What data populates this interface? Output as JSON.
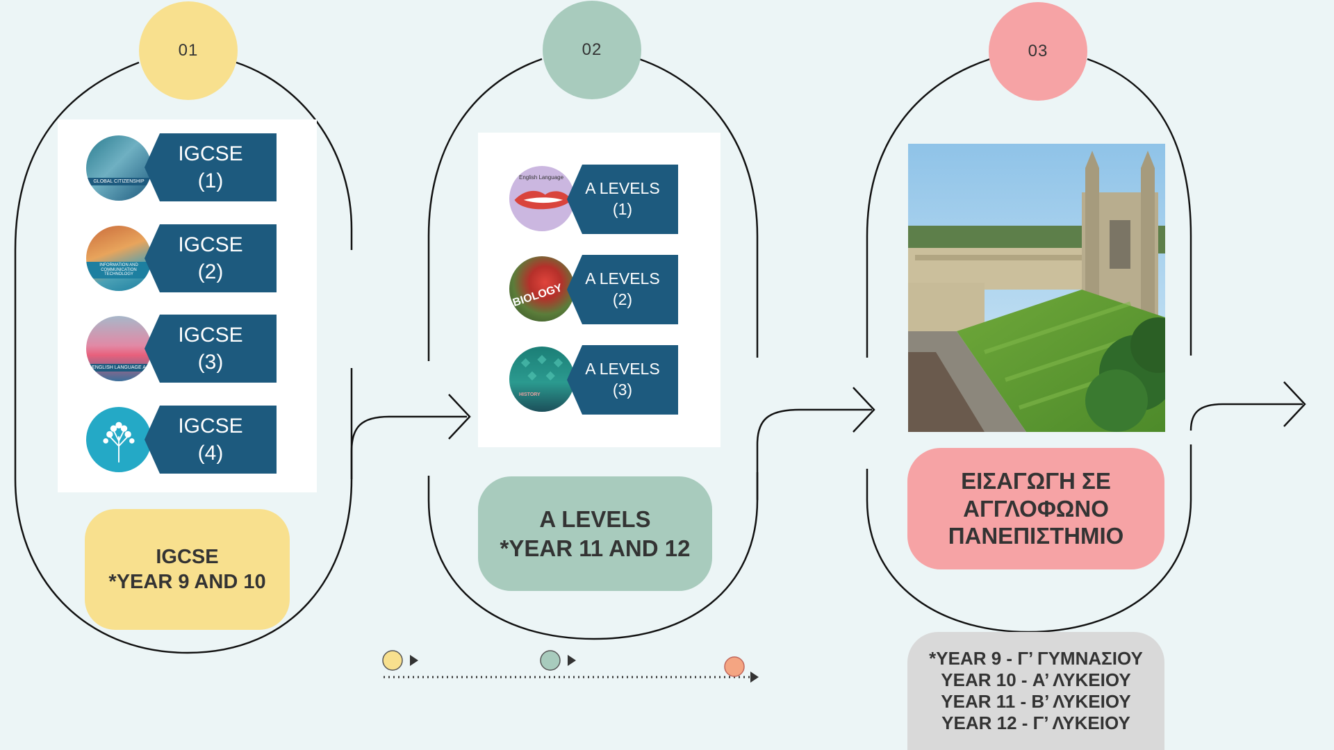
{
  "steps": [
    {
      "number": "01",
      "color": "#f8e08e"
    },
    {
      "number": "02",
      "color": "#a8cbbd"
    },
    {
      "number": "03",
      "color": "#f6a3a5"
    }
  ],
  "igcse_tiles": [
    {
      "name": "IGCSE",
      "num": "(1)",
      "cover_text": "GLOBAL CITIZENSHIP"
    },
    {
      "name": "IGCSE",
      "num": "(2)",
      "cover_text": "INFORMATION AND COMMUNICATION TECHNOLOGY"
    },
    {
      "name": "IGCSE",
      "num": "(3)",
      "cover_text": "ENGLISH LANGUAGE A"
    },
    {
      "name": "IGCSE",
      "num": "(4)",
      "cover_text": ""
    }
  ],
  "alevel_tiles": [
    {
      "name": "A LEVELS",
      "num": "(1)",
      "cover_text": "English Language"
    },
    {
      "name": "A LEVELS",
      "num": "(2)",
      "cover_text": "BIOLOGY"
    },
    {
      "name": "A LEVELS",
      "num": "(3)",
      "cover_text": "HISTORY"
    }
  ],
  "labels": {
    "igcse_line1": "IGCSE",
    "igcse_line2": "*YEAR 9 AND 10",
    "alevel_line1": "A LEVELS",
    "alevel_line2": "*YEAR 11 AND 12",
    "uni_line1": "ΕΙΣΑΓΩΓΗ ΣΕ",
    "uni_line2": "ΑΓΓΛΟΦΩΝΟ",
    "uni_line3": "ΠΑΝΕΠΙΣΤΗΜΙΟ"
  },
  "year_mapping": [
    "*YEAR 9 - Γ’ ΓΥΜΝΑΣΙΟΥ",
    "YEAR 10 - Α’ ΛΥΚΕΙΟΥ",
    "YEAR 11 - Β’ ΛΥΚΕΙΟΥ",
    "YEAR 12 - Γ’ ΛΥΚΕΙΟΥ"
  ],
  "colors": {
    "background": "#ecf5f6",
    "tile_blue": "#1d5a7e",
    "yellow": "#f8e08e",
    "green": "#a8cbbd",
    "pink": "#f6a3a5",
    "grey": "#d9d9d9",
    "orange": "#f4a582"
  },
  "icons": [
    "arrow-right-icon",
    "timeline-dot-icon",
    "play-triangle-icon"
  ]
}
